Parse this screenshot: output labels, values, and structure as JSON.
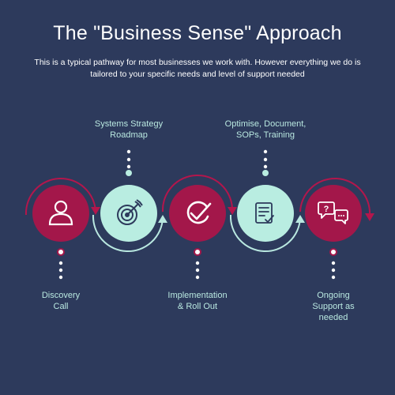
{
  "header": {
    "title": "The \"Business Sense\" Approach",
    "subtitle": "This is a typical pathway for most businesses we work with. However everything we do is tailored to your specific needs and level of support needed"
  },
  "colors": {
    "background": "#2d3a5c",
    "crimson": "#a3174a",
    "mint": "#b9ede1",
    "line": "#b9e8e0",
    "arrow_crimson": "#b3164c"
  },
  "steps": [
    {
      "label": "Discovery\nCall",
      "icon": "person-icon",
      "style": "crimson",
      "label_position": "below"
    },
    {
      "label": "Systems Strategy\nRoadmap",
      "icon": "target-icon",
      "style": "mint",
      "label_position": "above"
    },
    {
      "label": "Implementation\n& Roll Out",
      "icon": "check-badge-icon",
      "style": "crimson",
      "label_position": "below"
    },
    {
      "label": "Optimise, Document,\nSOPs, Training",
      "icon": "document-checklist-icon",
      "style": "mint",
      "label_position": "above"
    },
    {
      "label": "Ongoing\nSupport as\nneeded",
      "icon": "chat-question-icon",
      "style": "crimson",
      "label_position": "below"
    }
  ]
}
